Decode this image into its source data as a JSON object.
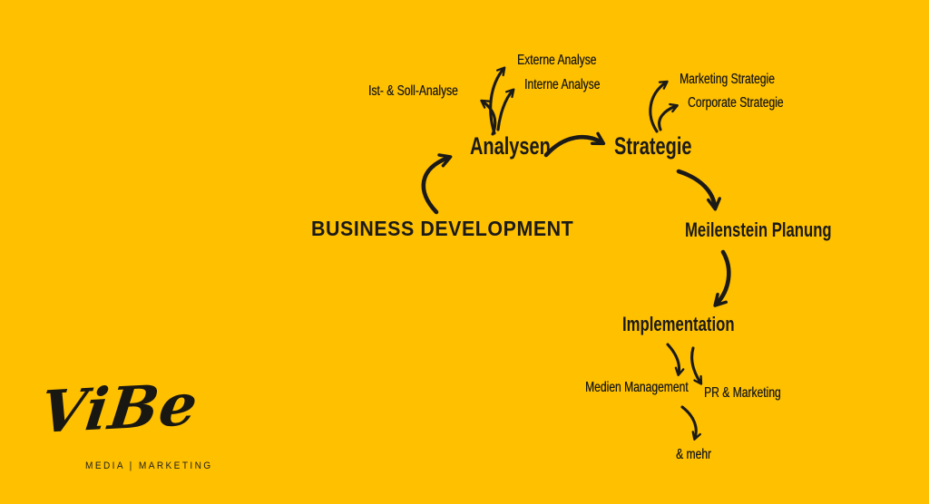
{
  "canvas": {
    "background": "#FFC000",
    "ink": "#1b1a16"
  },
  "labels": {
    "business_development": "BUSINESS DEVELOPMENT",
    "analysen": "Analysen",
    "strategie": "Strategie",
    "meilenstein_planung": "Meilenstein Planung",
    "implementation": "Implementation",
    "ist_soll_analyse": "Ist- & Soll-Analyse",
    "externe_analyse": "Externe Analyse",
    "interne_analyse": "Interne Analyse",
    "marketing_strategie": "Marketing Strategie",
    "corporate_strategie": "Corporate Strategie",
    "medien_management": "Medien Management",
    "pr_marketing": "PR & Marketing",
    "mehr": "& mehr"
  },
  "logo": {
    "wordmark": "ViBe",
    "tagline": "MEDIA | MARKETING"
  }
}
